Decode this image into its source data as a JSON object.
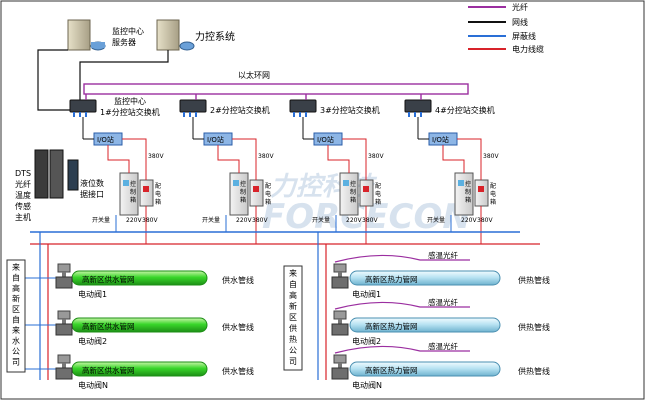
{
  "legend": [
    {
      "label": "光纤",
      "color": "#9b2fa0"
    },
    {
      "label": "网线",
      "color": "#111111"
    },
    {
      "label": "屏蔽线",
      "color": "#2a6fd6"
    },
    {
      "label": "电力线缆",
      "color": "#d8232a"
    }
  ],
  "servers": {
    "monitor": [
      "监控中心",
      "服务器"
    ],
    "control": "力控系统"
  },
  "ethernet_ring": "以太环网",
  "switches": [
    {
      "lines": [
        "监控中心",
        "1#分控站交换机"
      ]
    },
    {
      "lines": [
        "2#分控站交换机"
      ]
    },
    {
      "lines": [
        "3#分控站交换机"
      ]
    },
    {
      "lines": [
        "4#分控站交换机"
      ]
    }
  ],
  "io_label": "I/O站",
  "cabinets": {
    "control": "控制箱",
    "distribution": "配电箱",
    "switch_qty": "开关量",
    "v220": "220V",
    "v380": "380V"
  },
  "dts": [
    "DTS",
    "光纤",
    "温度",
    "传感",
    "主机"
  ],
  "level_interface": [
    "液位数",
    "据接口"
  ],
  "watermark": {
    "cn": "力控科技",
    "en": "FORCECON"
  },
  "water_source": [
    "来",
    "自",
    "高",
    "新",
    "区",
    "自",
    "来",
    "水",
    "公",
    "司"
  ],
  "heat_source": [
    "来",
    "自",
    "高",
    "新",
    "区",
    "供",
    "热",
    "公",
    "司"
  ],
  "water_pipes": [
    {
      "label": "高新区供水管网",
      "line": "供水管线",
      "valve": "电动阀1"
    },
    {
      "label": "高新区供水管网",
      "line": "供水管线",
      "valve": "电动阀2"
    },
    {
      "label": "高新区供水管网",
      "line": "供水管线",
      "valve": "电动阀N"
    }
  ],
  "heat_pipes": [
    {
      "label": "高新区热力管网",
      "line": "供热管线",
      "valve": "电动阀1"
    },
    {
      "label": "高新区热力管网",
      "line": "供热管线",
      "valve": "电动阀2"
    },
    {
      "label": "高新区热力管网",
      "line": "供热管线",
      "valve": "电动阀N"
    }
  ],
  "sensing_fiber": "感温光纤"
}
